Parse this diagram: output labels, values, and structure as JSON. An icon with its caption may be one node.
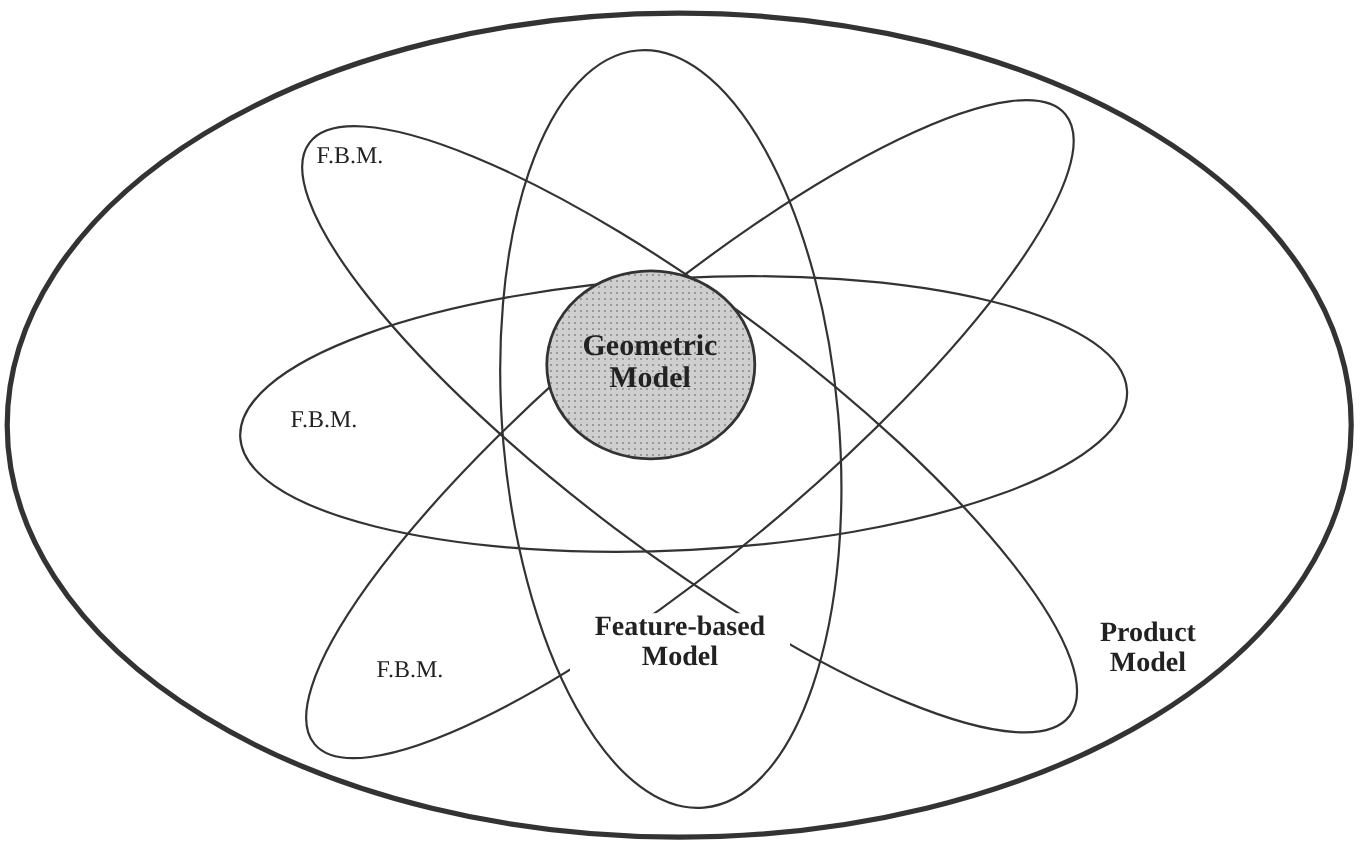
{
  "diagram": {
    "nodes": [
      {
        "text": [
          "Product Model"
        ]
      },
      {
        "text": [
          "F.B.M."
        ],
        "in": 0
      },
      {
        "text": [
          "F.B.M."
        ],
        "in": 0
      },
      {
        "text": [
          "F.B.M."
        ],
        "in": 0
      },
      {
        "text": [
          "Feature-based Model"
        ],
        "in": 0
      },
      {
        "text": [
          "Geometric Model"
        ]
      }
    ]
  }
}
